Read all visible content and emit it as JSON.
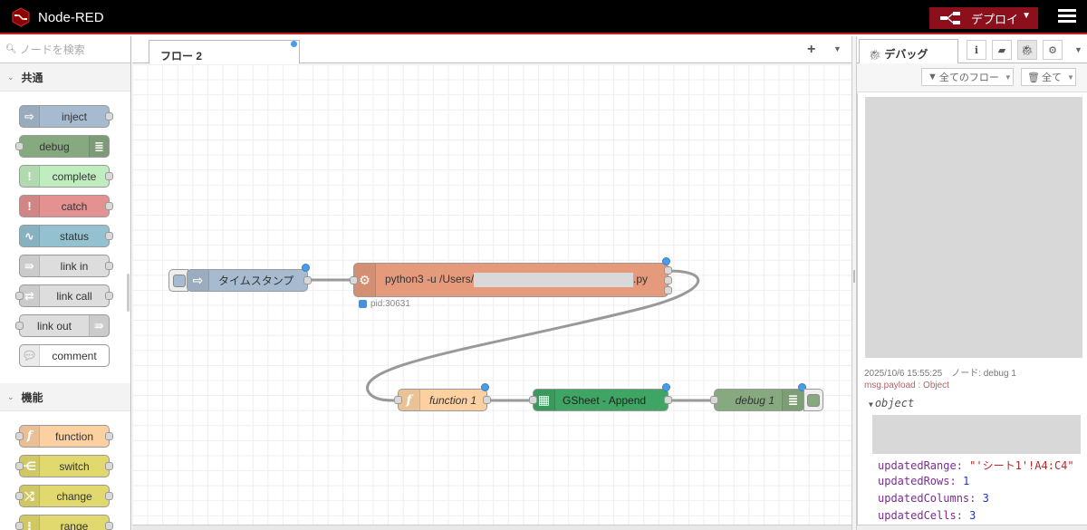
{
  "header": {
    "app_title": "Node-RED",
    "deploy_label": "デプロイ",
    "colors": {
      "deploy": "#8c101c",
      "header_bg": "#000000"
    }
  },
  "palette": {
    "search_placeholder": "ノードを検索",
    "categories": [
      {
        "label": "共通",
        "nodes": [
          {
            "label": "inject",
            "color": "#a6bbcf",
            "icon": "arrow-right-icon"
          },
          {
            "label": "debug",
            "color": "#87a980",
            "icon": "list-icon"
          },
          {
            "label": "complete",
            "color": "#c0edc0",
            "icon": "exclamation-icon"
          },
          {
            "label": "catch",
            "color": "#e49191",
            "icon": "exclamation-icon"
          },
          {
            "label": "status",
            "color": "#94c1d0",
            "icon": "pulse-icon"
          },
          {
            "label": "link in",
            "color": "#dddddd",
            "icon": "link-in-icon"
          },
          {
            "label": "link call",
            "color": "#dddddd",
            "icon": "link-call-icon"
          },
          {
            "label": "link out",
            "color": "#dddddd",
            "icon": "link-out-icon"
          },
          {
            "label": "comment",
            "color": "#ffffff",
            "icon": "comment-icon"
          }
        ]
      },
      {
        "label": "機能",
        "nodes": [
          {
            "label": "function",
            "color": "#fdd0a2",
            "icon": "function-icon"
          },
          {
            "label": "switch",
            "color": "#e2d96e",
            "icon": "switch-icon"
          },
          {
            "label": "change",
            "color": "#e2d96e",
            "icon": "shuffle-icon"
          },
          {
            "label": "range",
            "color": "#e2d96e",
            "icon": "range-icon"
          }
        ]
      }
    ]
  },
  "workspace": {
    "tab_label": "フロー 2",
    "nodes": {
      "timestamp": {
        "label": "タイムスタンプ"
      },
      "exec": {
        "label_prefix": "python3 -u /Users/",
        "label_suffix": ".py",
        "status": "pid:30631"
      },
      "function": {
        "label": "function 1"
      },
      "gsheet": {
        "label": "GSheet - Append"
      },
      "debug": {
        "label": "debug 1"
      }
    }
  },
  "sidebar": {
    "tab_label": "デバッグ",
    "filter_label": "全てのフロー",
    "clear_label": "全て",
    "message": {
      "meta": "2025/10/6 15:55:25　ノード: debug 1",
      "topic": "msg.payload : Object",
      "object_label": "object",
      "props": [
        {
          "key": "updatedRange",
          "value": "\"'シート1'!A4:C4\"",
          "type": "string"
        },
        {
          "key": "updatedRows",
          "value": "1",
          "type": "number"
        },
        {
          "key": "updatedColumns",
          "value": "3",
          "type": "number"
        },
        {
          "key": "updatedCells",
          "value": "3",
          "type": "number"
        }
      ]
    }
  }
}
